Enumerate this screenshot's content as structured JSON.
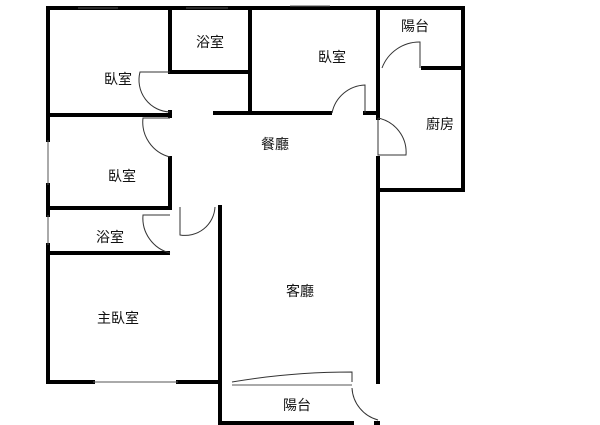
{
  "rooms": [
    {
      "id": "bedroom-top-left",
      "label": "臥室"
    },
    {
      "id": "bathroom-top",
      "label": "浴室"
    },
    {
      "id": "bedroom-top-right",
      "label": "臥室"
    },
    {
      "id": "balcony-top",
      "label": "陽台"
    },
    {
      "id": "kitchen",
      "label": "廚房"
    },
    {
      "id": "dining-room",
      "label": "餐廳"
    },
    {
      "id": "bedroom-middle",
      "label": "臥室"
    },
    {
      "id": "bathroom-left",
      "label": "浴室"
    },
    {
      "id": "living-room",
      "label": "客廳"
    },
    {
      "id": "master-bedroom",
      "label": "主臥室"
    },
    {
      "id": "balcony-bottom",
      "label": "陽台"
    }
  ]
}
